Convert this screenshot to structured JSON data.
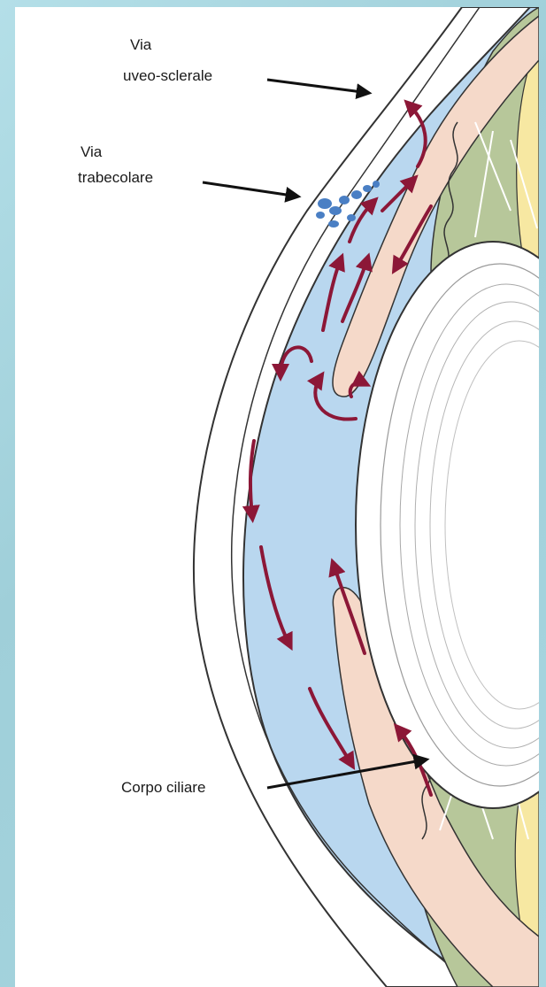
{
  "labels": {
    "uveo_line1": "Via",
    "uveo_line2": "uveo-sclerale",
    "trab_line1": "Via",
    "trab_line2": "trabecolare",
    "corpo": "Corpo ciliare"
  },
  "colors": {
    "slide_background": "#a8d6e0",
    "panel": "#ffffff",
    "aqueous_blue": "#b9d7ef",
    "ciliary_pink": "#f5d9c9",
    "zonule_green": "#b7c79a",
    "lens_yellow": "#f7e8a2",
    "flow_arrow": "#8c1737",
    "trabecular_blue": "#4a7fc4",
    "pointer_black": "#111111"
  }
}
